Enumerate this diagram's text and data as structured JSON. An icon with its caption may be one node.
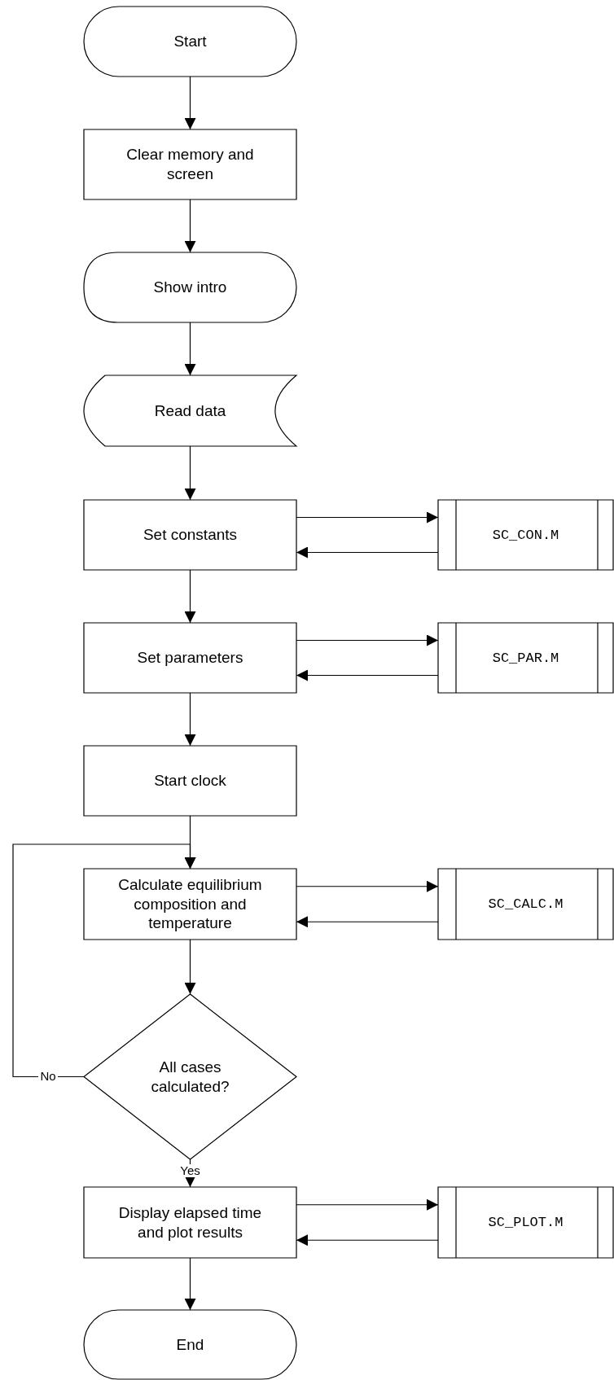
{
  "diagram": {
    "nodes": [
      {
        "text": [
          "Start"
        ]
      },
      {
        "text": [
          "Clear memory and screen"
        ]
      },
      {
        "text": [
          "Show intro"
        ]
      },
      {
        "text": [
          "Read data"
        ]
      },
      {
        "text": [
          "Set constants"
        ]
      },
      {
        "text": [
          "SC_CON.M"
        ]
      },
      {
        "text": [
          "Set parameters"
        ]
      },
      {
        "text": [
          "SC_PAR.M"
        ]
      },
      {
        "text": [
          "Start clock"
        ]
      },
      {
        "text": [
          "Calculate equilibrium composition and temperature"
        ]
      },
      {
        "text": [
          "SC_CALC.M"
        ]
      },
      {
        "text": [
          "All cases calculated?"
        ]
      },
      {
        "text": [
          "Display elapsed time and plot results"
        ]
      },
      {
        "text": [
          "SC_PLOT.M"
        ]
      },
      {
        "text": [
          "End"
        ]
      }
    ],
    "edges": [
      {
        "from": 0,
        "to": 1,
        "arrow": "to"
      },
      {
        "from": 1,
        "to": 2,
        "arrow": "to"
      },
      {
        "from": 2,
        "to": 3,
        "arrow": "to"
      },
      {
        "from": 3,
        "to": 4,
        "arrow": "to"
      },
      {
        "from": 4,
        "to": 5,
        "arrow": "to"
      },
      {
        "from": 5,
        "to": 4,
        "arrow": "to"
      },
      {
        "from": 4,
        "to": 6,
        "arrow": "to"
      },
      {
        "from": 6,
        "to": 7,
        "arrow": "to"
      },
      {
        "from": 7,
        "to": 6,
        "arrow": "to"
      },
      {
        "from": 6,
        "to": 8,
        "arrow": "to"
      },
      {
        "from": 8,
        "to": 9,
        "arrow": "to"
      },
      {
        "from": 9,
        "to": 10,
        "arrow": "to"
      },
      {
        "from": 10,
        "to": 9,
        "arrow": "to"
      },
      {
        "from": 9,
        "to": 11,
        "arrow": "to"
      },
      {
        "from": 11,
        "to": 9,
        "arrow": "to",
        "label": "No"
      },
      {
        "from": 11,
        "to": 12,
        "arrow": "to",
        "label": "Yes"
      },
      {
        "from": 12,
        "to": 13,
        "arrow": "to"
      },
      {
        "from": 13,
        "to": 12,
        "arrow": "to"
      },
      {
        "from": 12,
        "to": 14,
        "arrow": "to"
      }
    ]
  }
}
